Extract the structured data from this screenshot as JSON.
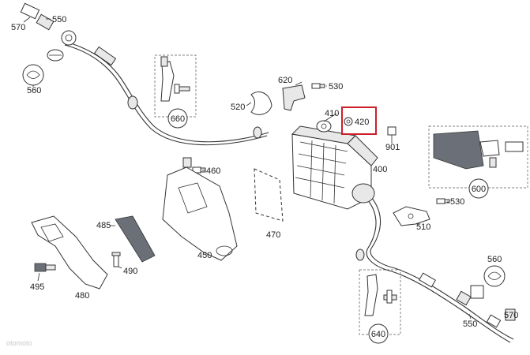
{
  "parts": {
    "p570_top": "570",
    "p550_top": "550",
    "p560_left": "560",
    "p660": "660",
    "p620": "620",
    "p530_top": "530",
    "p520": "520",
    "p410": "410",
    "p420": "420",
    "p901": "901",
    "p400": "400",
    "p460": "460",
    "p470": "470",
    "p450": "450",
    "p485": "485",
    "p490": "490",
    "p495": "495",
    "p480": "480",
    "p600": "600",
    "p530_right": "530",
    "p510": "510",
    "p560_right": "560",
    "p640": "640",
    "p550_bottom": "550",
    "p570_bottom": "570"
  },
  "watermark": "otomoto",
  "colors": {
    "highlight": "#cc1f2a",
    "detail_fill": "#6b7078"
  }
}
